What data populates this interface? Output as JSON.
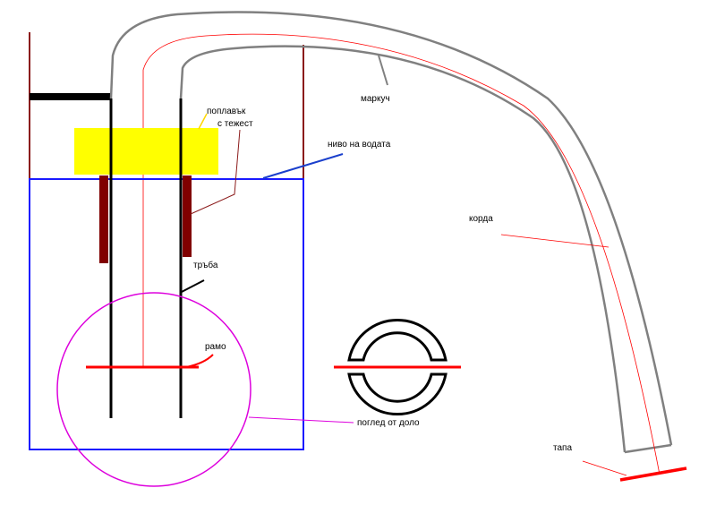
{
  "labels": {
    "float": "поплавък",
    "weight": "с тежест",
    "water_level": "ниво на водата",
    "hose": "маркуч",
    "cord": "корда",
    "pipe": "тръба",
    "arm": "рамо",
    "bottom_view": "поглед от доло",
    "plug": "тапа"
  },
  "colors": {
    "tank": "#1a1aff",
    "posts": "#8b1a1a",
    "float": "#ffff00",
    "weights": "#800000",
    "pipe": "#000000",
    "hose": "#808080",
    "cord": "#ff0000",
    "circle": "#dd00dd",
    "water_leader": "#1a3fcc"
  }
}
